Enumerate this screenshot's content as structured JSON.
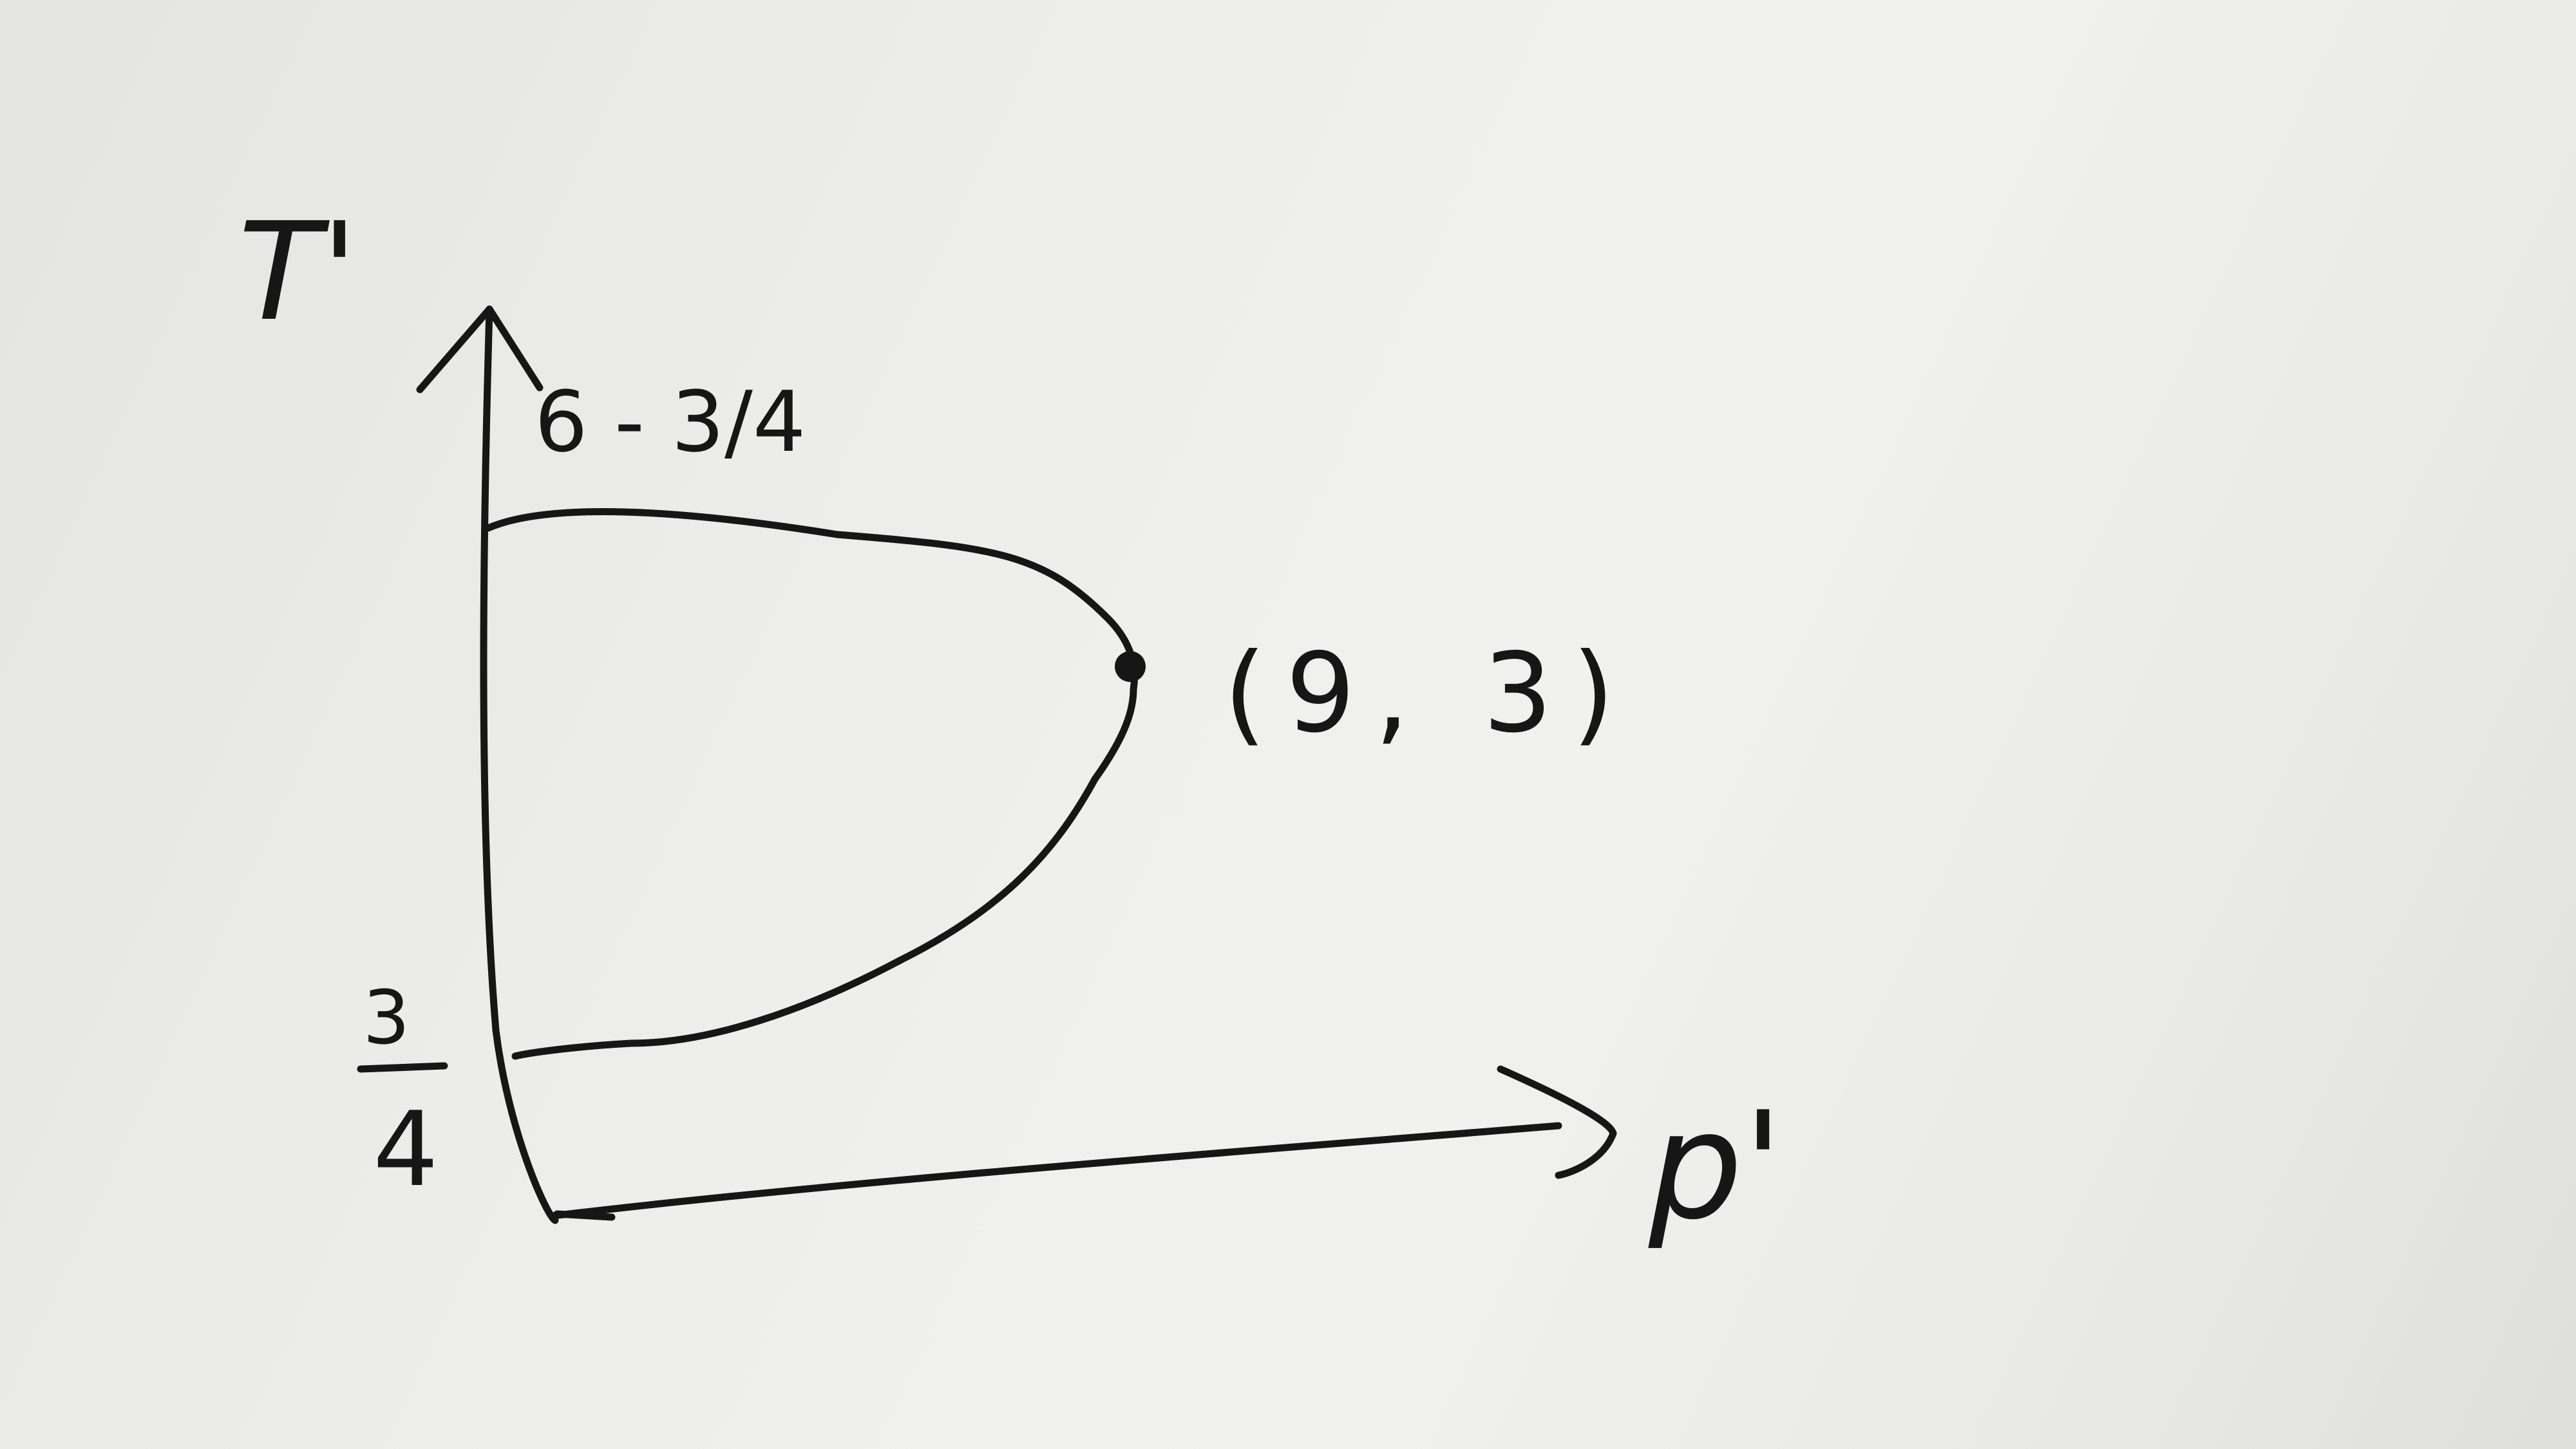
{
  "diagram": {
    "axes": {
      "y_label": "T'",
      "x_label": "p'"
    },
    "labels": {
      "upper_intercept": "6 - 3/4",
      "lower_intercept": "3/4",
      "turning_point": "(9, 3)"
    },
    "fraction": {
      "numerator": "3",
      "denominator": "4"
    },
    "ink_color": "#161616",
    "paper_color": "#ececea"
  }
}
